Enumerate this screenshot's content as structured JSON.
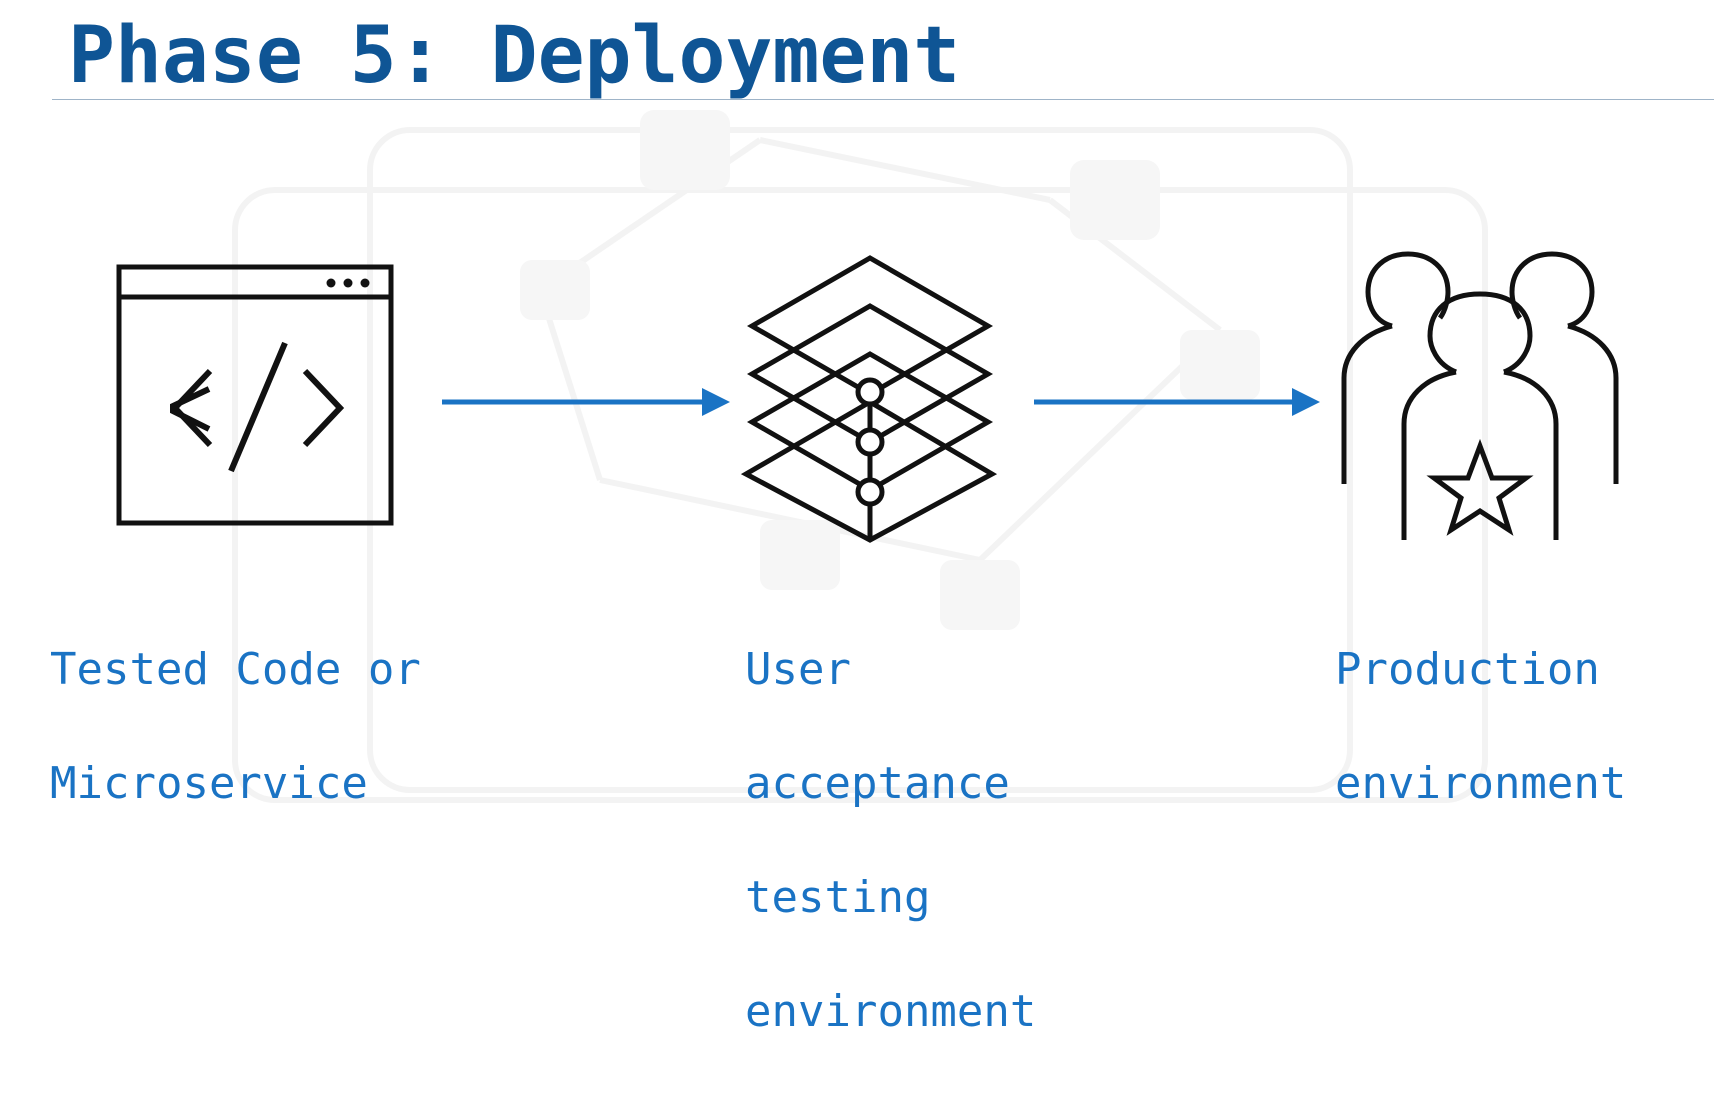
{
  "title": "Phase 5: Deployment",
  "colors": {
    "title": "#0f5595",
    "label": "#1a73c4",
    "arrow": "#1a73c4",
    "icon_stroke": "#111111",
    "rule": "#9fb4c8"
  },
  "nodes": [
    {
      "icon": "code-window-icon",
      "label_lines": [
        "Tested Code or",
        "Microservice"
      ]
    },
    {
      "icon": "stacked-layers-icon",
      "label_lines": [
        "User",
        "acceptance",
        "testing",
        "environment"
      ]
    },
    {
      "icon": "user-group-star-icon",
      "label_lines": [
        "Production",
        "environment"
      ]
    }
  ],
  "arrows": [
    {
      "from": "Tested Code or Microservice",
      "to": "User acceptance testing environment"
    },
    {
      "from": "User acceptance testing environment",
      "to": "Production environment"
    }
  ]
}
